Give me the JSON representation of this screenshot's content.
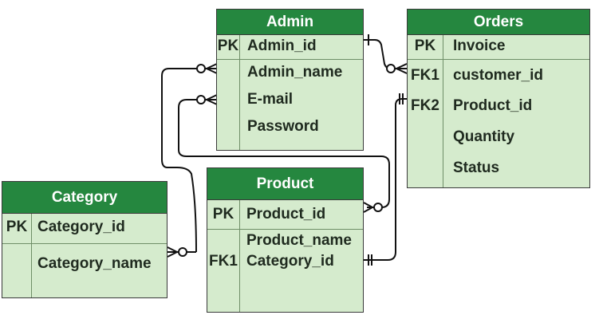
{
  "colors": {
    "header": "#25873f",
    "body": "#d5ebcd",
    "line": "#111111"
  },
  "entities": {
    "admin": {
      "title": "Admin",
      "rows": [
        {
          "key": "PK",
          "field": "Admin_id"
        },
        {
          "key": "",
          "field": "Admin_name"
        },
        {
          "key": "",
          "field": "E-mail"
        },
        {
          "key": "",
          "field": "Password"
        }
      ]
    },
    "orders": {
      "title": "Orders",
      "rows": [
        {
          "key": "PK",
          "field": "Invoice"
        },
        {
          "key": "FK1",
          "field": "customer_id"
        },
        {
          "key": "FK2",
          "field": "Product_id"
        },
        {
          "key": "",
          "field": "Quantity"
        },
        {
          "key": "",
          "field": "Status"
        }
      ]
    },
    "category": {
      "title": "Category",
      "rows": [
        {
          "key": "PK",
          "field": "Category_id"
        },
        {
          "key": "",
          "field": "Category_name"
        }
      ]
    },
    "product": {
      "title": "Product",
      "rows": [
        {
          "key": "PK",
          "field": "Product_id"
        },
        {
          "key": "",
          "field": "Product_name"
        },
        {
          "key": "FK1",
          "field": "Category_id"
        }
      ]
    }
  }
}
